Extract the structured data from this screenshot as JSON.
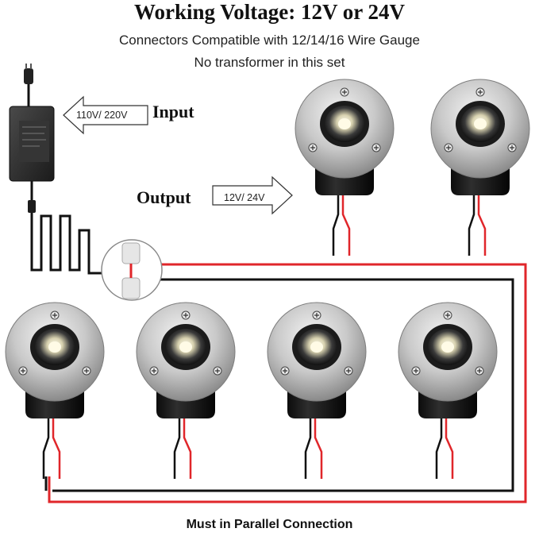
{
  "header": {
    "title": "Working Voltage: 12V or 24V",
    "line1": "Connectors Compatible with 12/14/16 Wire Gauge",
    "line2": "No transformer in this set"
  },
  "input": {
    "label": "Input",
    "voltage": "110V/ 220V"
  },
  "output": {
    "label": "Output",
    "voltage": "12V/ 24V"
  },
  "footer": {
    "note": "Must in Parallel Connection"
  },
  "colors": {
    "positive_wire": "#e0262a",
    "negative_wire": "#111111",
    "light_body": "#141414",
    "steel_ring": "#c8c8c8"
  },
  "icons": {
    "adapter": "power-adapter-icon",
    "connector": "wire-connector-icon",
    "light": "inground-light-icon"
  }
}
